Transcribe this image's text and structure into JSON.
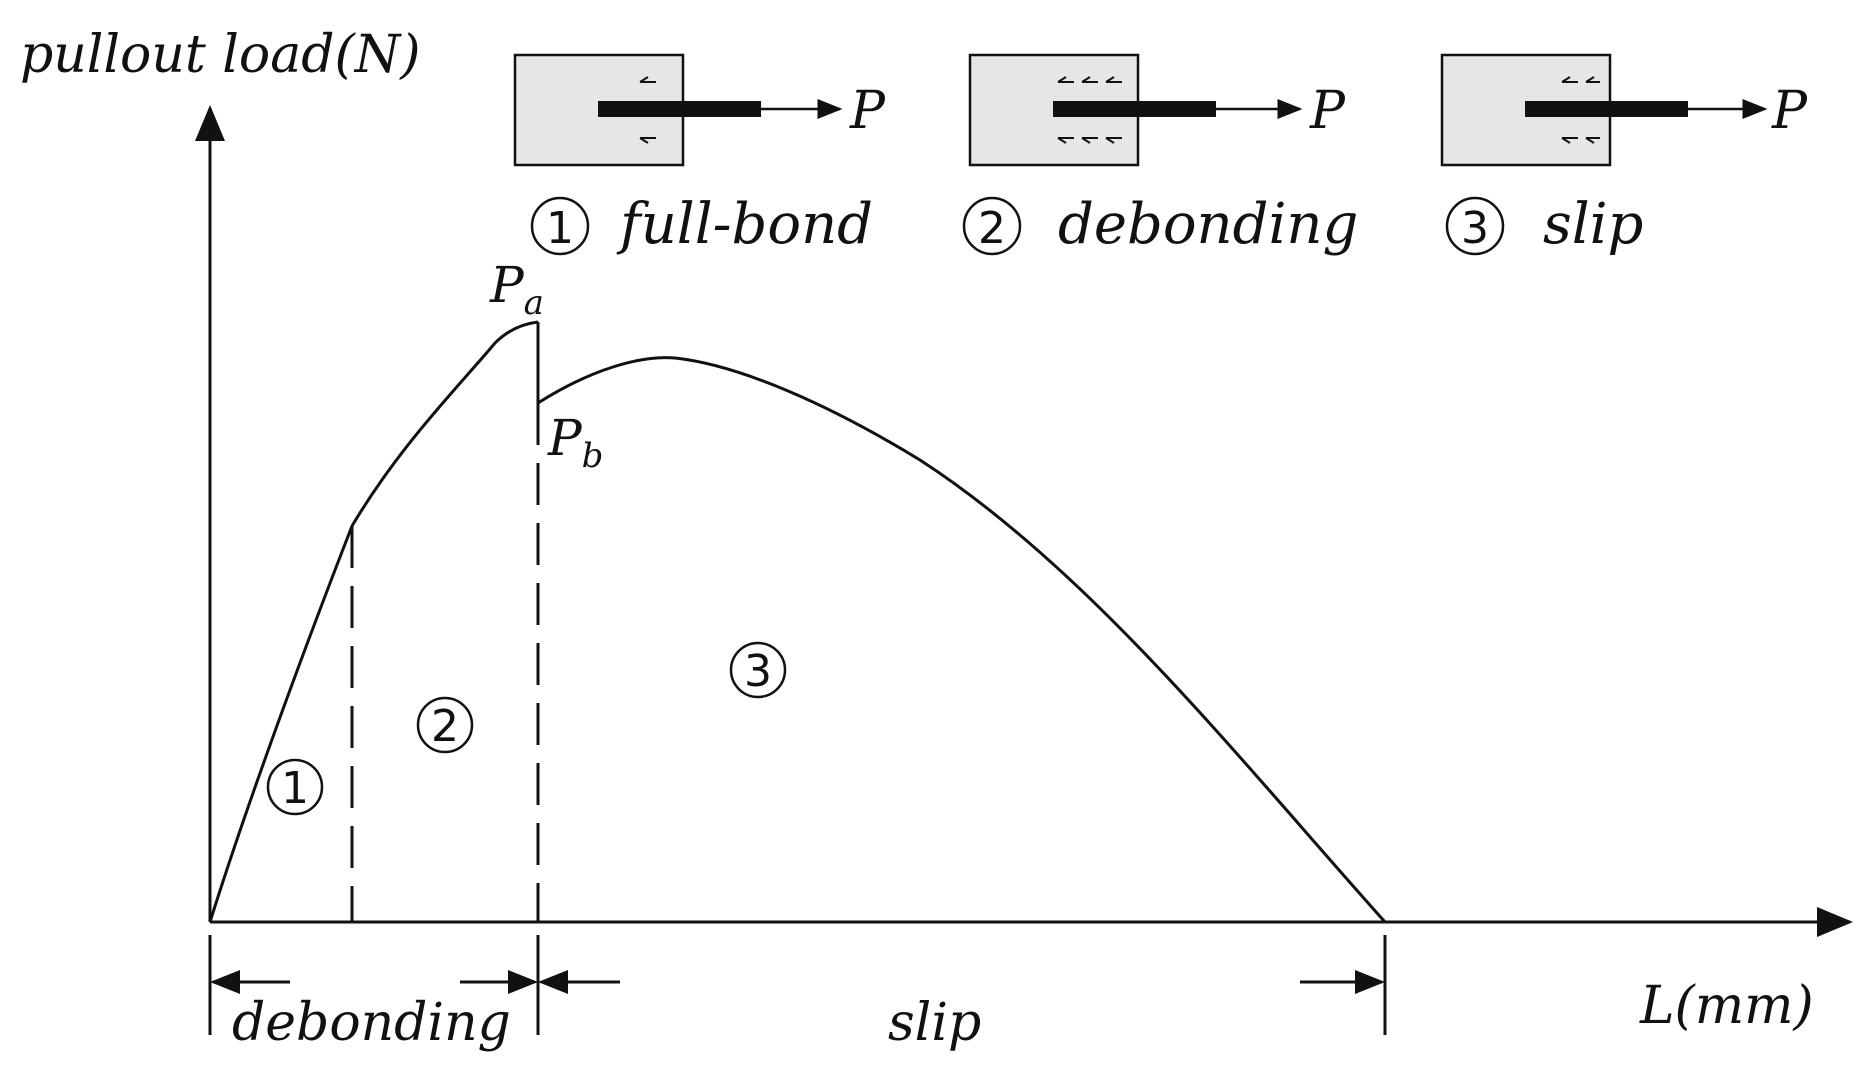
{
  "axes": {
    "y_label": "pullout load(N)",
    "x_label": "L(mm)"
  },
  "legend": [
    {
      "number": "1",
      "label": "full-bond",
      "force": "P"
    },
    {
      "number": "2",
      "label": "debonding",
      "force": "P"
    },
    {
      "number": "3",
      "label": "slip",
      "force": "P"
    }
  ],
  "points": {
    "pa_letter": "P",
    "pa_sub": "a",
    "pb_letter": "P",
    "pb_sub": "b"
  },
  "regions": [
    "1",
    "2",
    "3"
  ],
  "ranges": {
    "debonding": "debonding",
    "slip": "slip"
  },
  "colors": {
    "box_fill": "#e6e6e6",
    "line": "#111111"
  }
}
